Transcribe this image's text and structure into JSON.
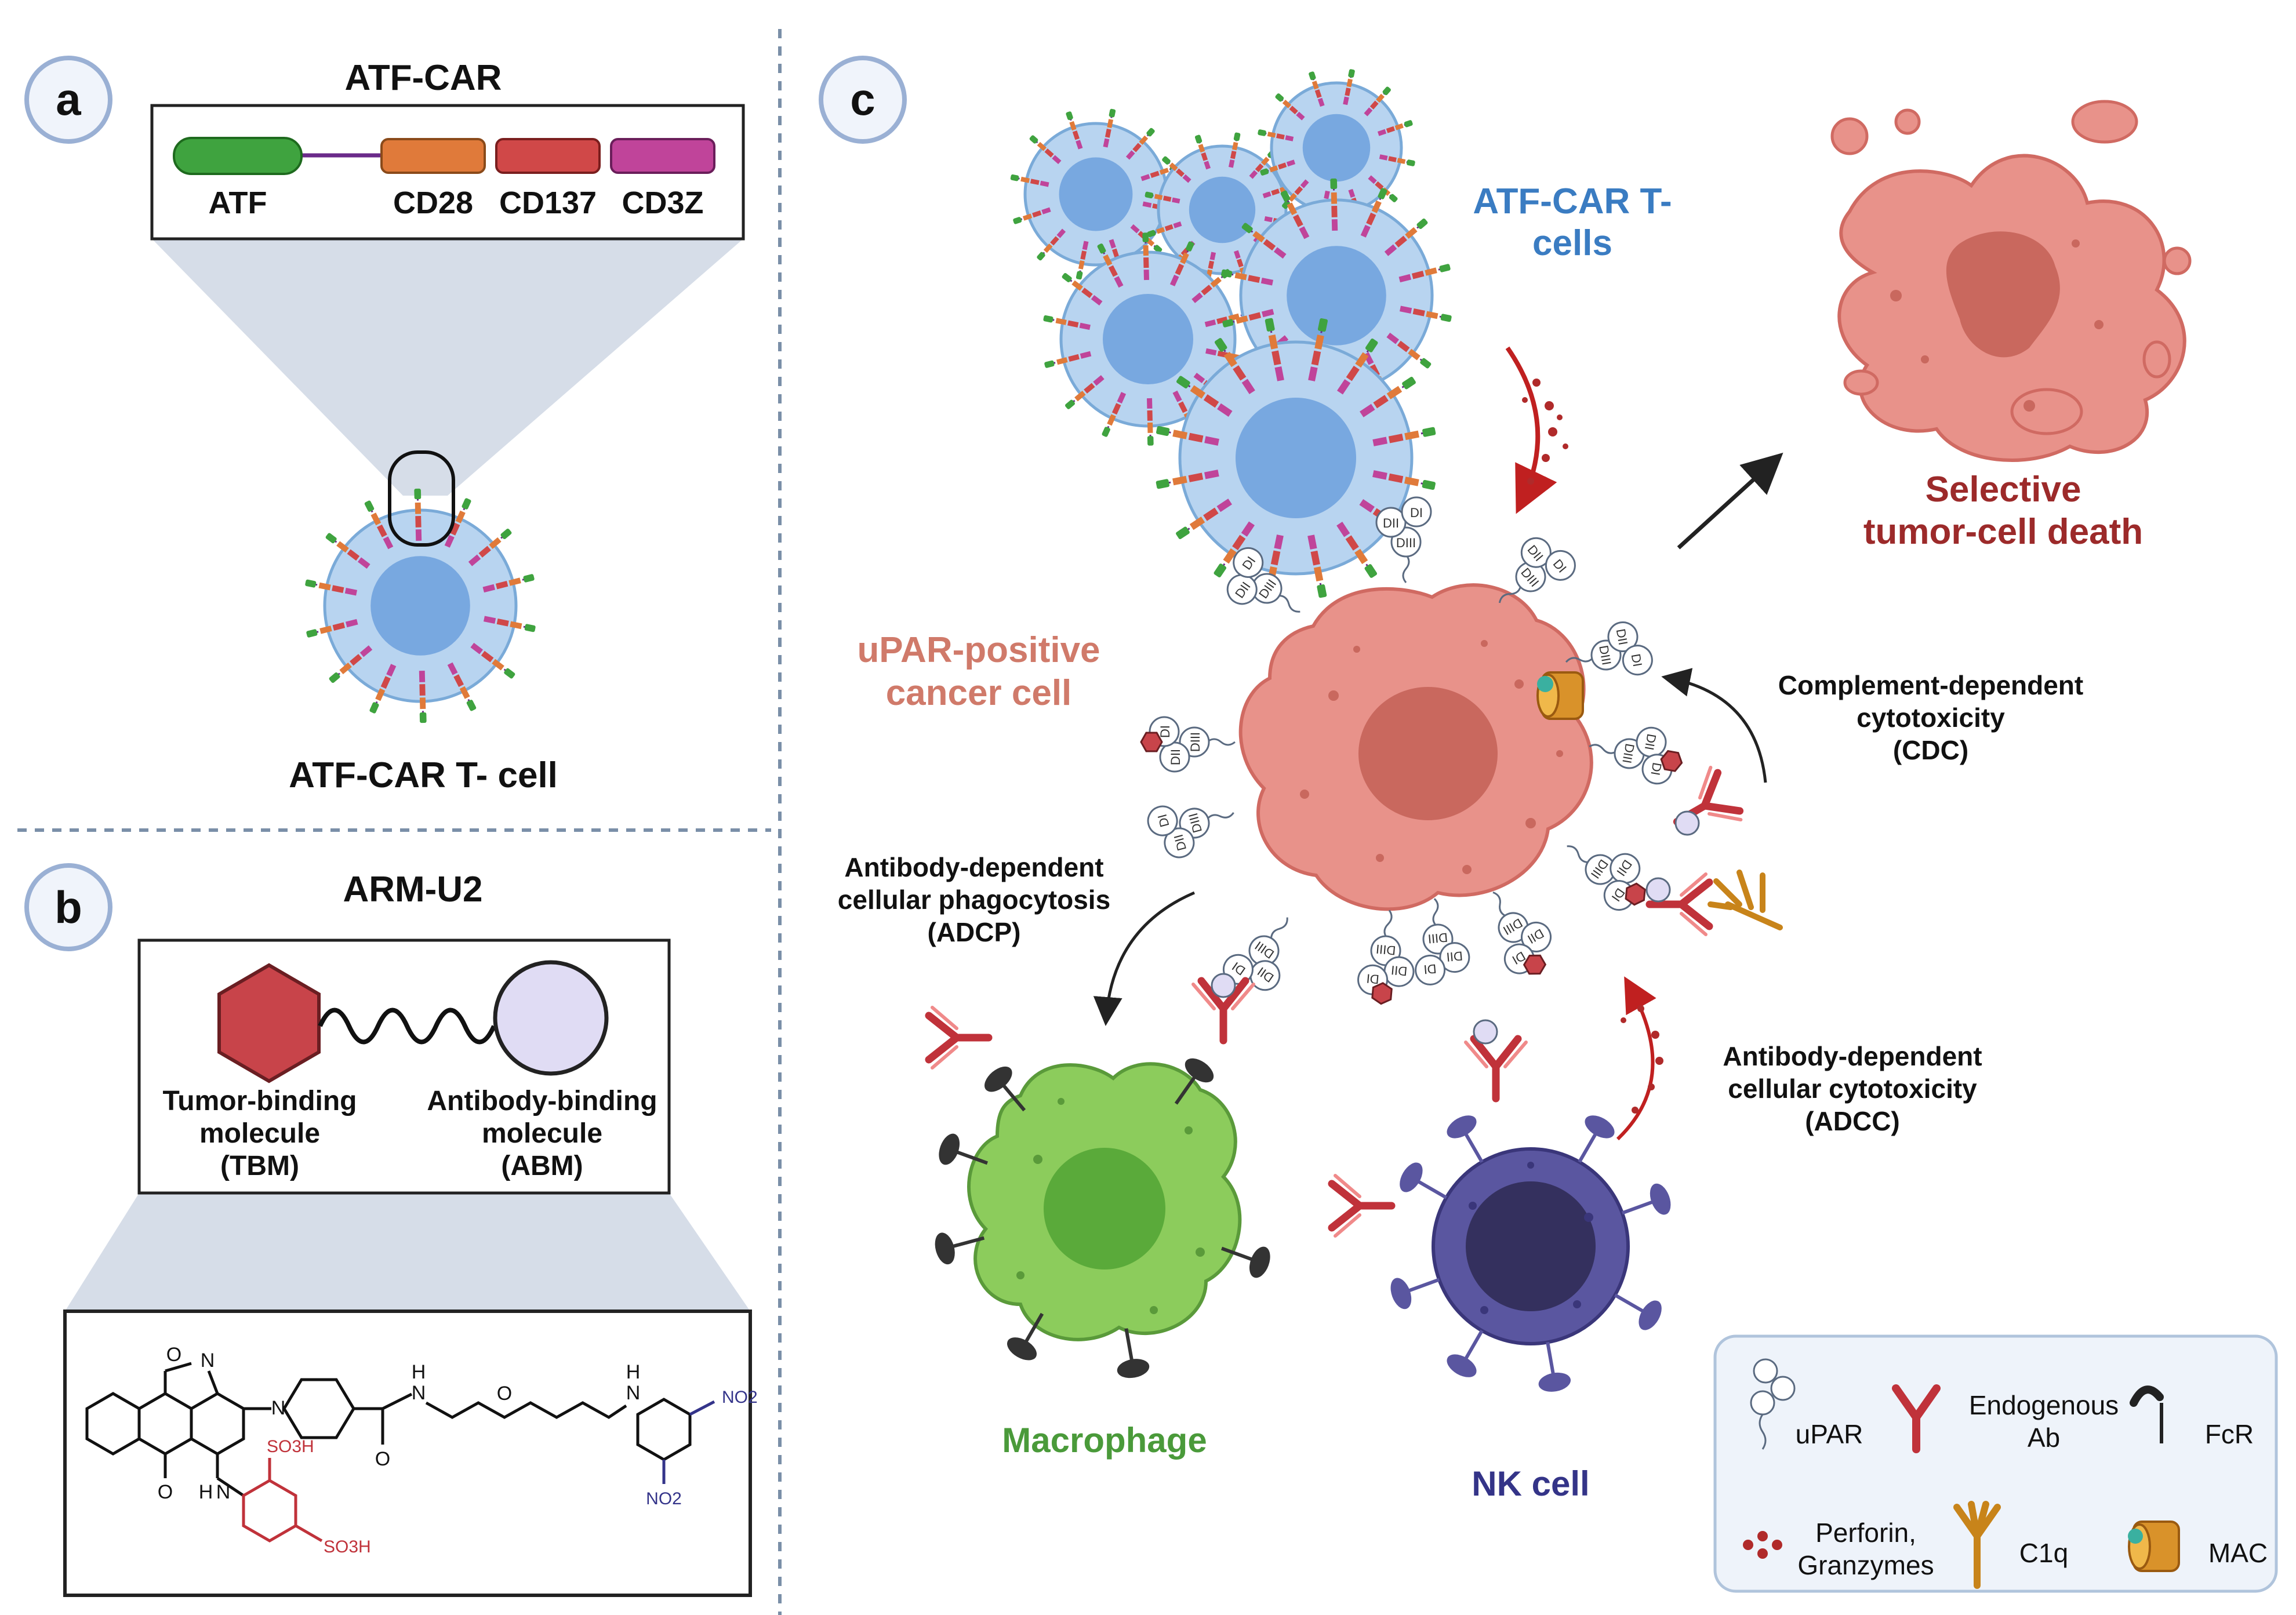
{
  "panel_a": {
    "label": "a",
    "title": "ATF-CAR",
    "domains": [
      "ATF",
      "CD28",
      "CD137",
      "CD3Z"
    ],
    "cell_caption": "ATF-CAR T- cell"
  },
  "panel_b": {
    "label": "b",
    "title": "ARM-U2",
    "tbm_label": [
      "Tumor-binding",
      "molecule",
      "(TBM)"
    ],
    "abm_label": [
      "Antibody-binding",
      "molecule",
      "(ABM)"
    ],
    "chem_labels": {
      "o": "O",
      "n_oxazole": "N",
      "n_pip": "N",
      "o_carbonyl": "O",
      "nh_amide": "H",
      "n_amide": "N",
      "o_ether": "O",
      "nh_right": "H",
      "n_right": "N",
      "no2_top": "NO2",
      "no2_bottom": "NO2",
      "nh_bottom": "N",
      "h_bottom": "H",
      "so3h_top": "SO3H",
      "so3h_bottom": "SO3H",
      "o_bottom": "O"
    }
  },
  "panel_c": {
    "label": "c",
    "tcells_label": [
      "ATF-CAR T-",
      "cells"
    ],
    "death_label": [
      "Selective",
      "tumor-cell death"
    ],
    "cancer_label": [
      "uPAR-positive",
      "cancer cell"
    ],
    "cdc_label": [
      "Complement-dependent",
      "cytotoxicity",
      "(CDC)"
    ],
    "adcp_label": [
      "Antibody-dependent",
      "cellular phagocytosis",
      "(ADCP)"
    ],
    "adcc_label": [
      "Antibody-dependent",
      "cellular cytotoxicity",
      "(ADCC)"
    ],
    "macrophage_label": "Macrophage",
    "nk_label": "NK cell",
    "upar_domains": [
      "DI",
      "DII",
      "DIII"
    ],
    "legend": {
      "upar": "uPAR",
      "endogenous_ab": [
        "Endogenous",
        "Ab"
      ],
      "fcr": "FcR",
      "perforin": [
        "Perforin,",
        "Granzymes"
      ],
      "c1q": "C1q",
      "mac": "MAC"
    }
  },
  "colors": {
    "atf": "#3fa33f",
    "cd28": "#e07a3a",
    "cd137": "#d04848",
    "cd3z": "#c0449a",
    "tcell": "#b8d4f0",
    "tcell_nucleus": "#78a8e0",
    "cancer": "#e8928a",
    "cancer_nucleus": "#c9685e",
    "macrophage": "#8ccc5c",
    "nk": "#5a56a0",
    "tcell_title": "#3a7cc2",
    "death_title": "#9c2a2a",
    "cancer_title": "#d07a6a",
    "macrophage_title": "#4a9a3a",
    "nk_title": "#343488",
    "antibody": "#c0323a"
  }
}
